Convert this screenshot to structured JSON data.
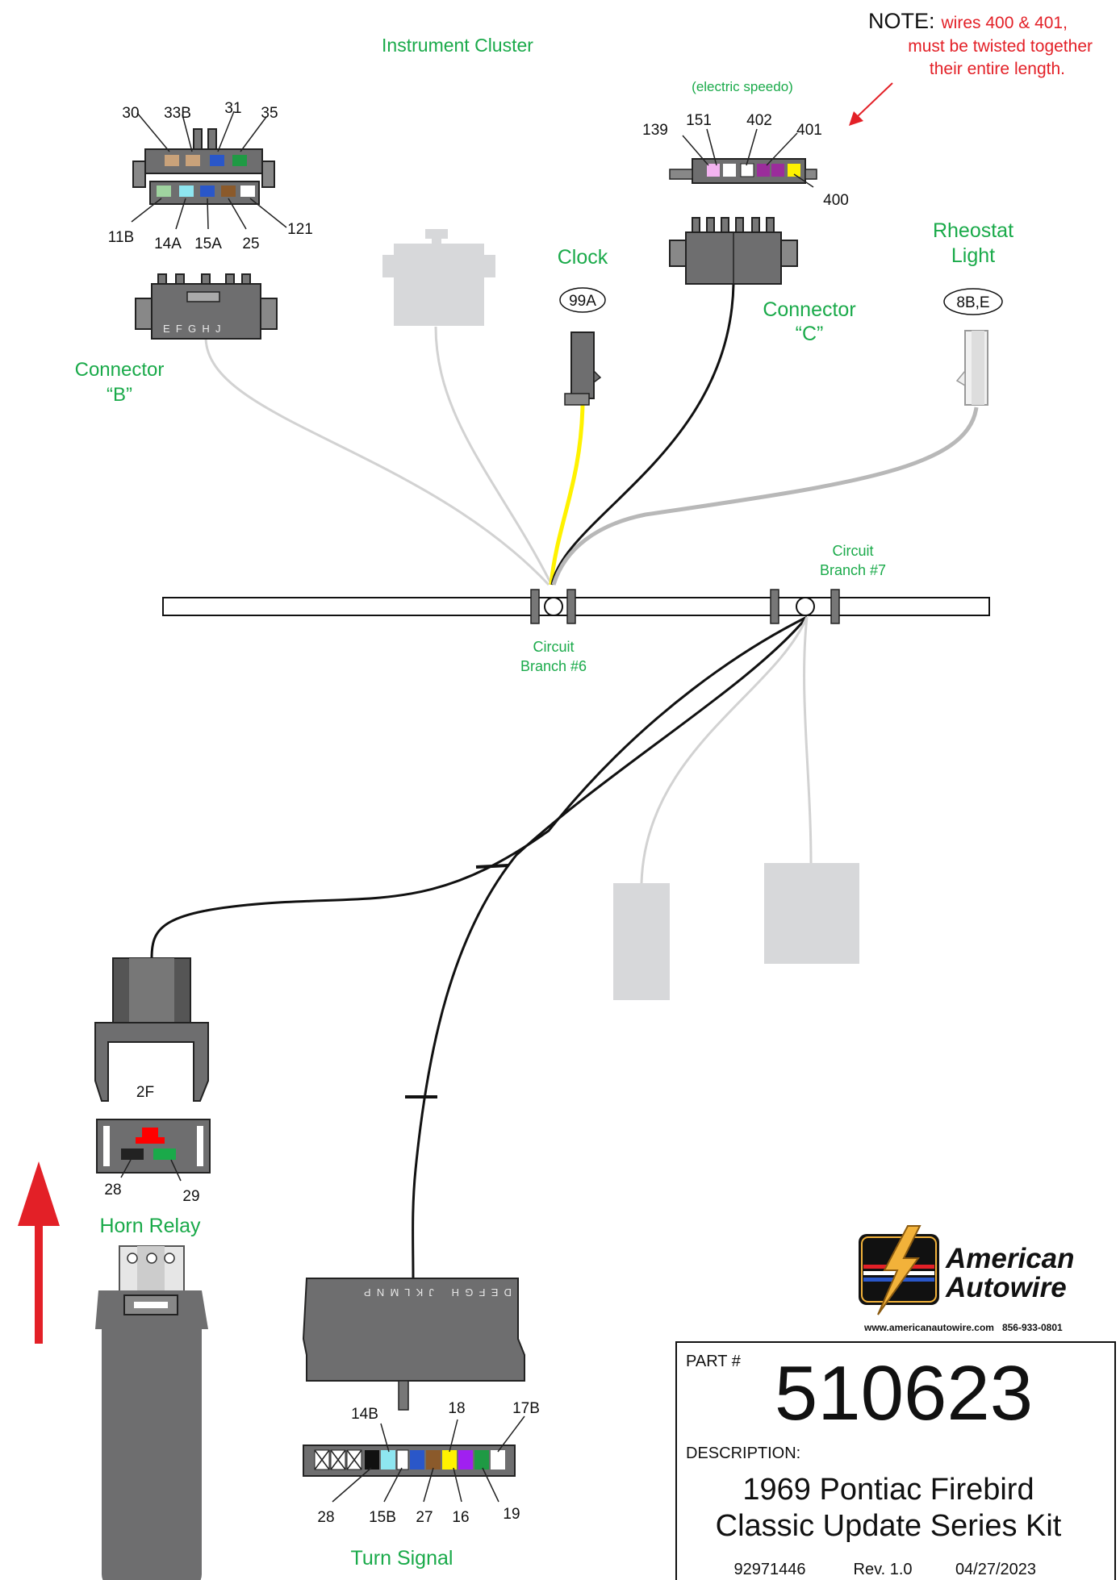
{
  "diagram": {
    "note": {
      "prefix": "NOTE:",
      "lines": [
        "wires 400 & 401,",
        "must be twisted together",
        "their entire length."
      ]
    },
    "instrument_cluster": {
      "title": "Instrument Cluster",
      "top_pins": [
        "30",
        "33B",
        "31",
        "35"
      ],
      "bottom_pins": [
        "11B",
        "14A",
        "15A",
        "25",
        "121"
      ],
      "letters": "E  F  G  H  J"
    },
    "connector_b": {
      "line1": "Connector",
      "line2": "“B”"
    },
    "electric_speedo": {
      "title": "(electric speedo)",
      "pins": [
        "139",
        "151",
        "402",
        "401",
        "400"
      ]
    },
    "connector_c": {
      "line1": "Connector",
      "line2": "“C”"
    },
    "clock": {
      "title": "Clock",
      "circuit": "99A"
    },
    "rheostat": {
      "line1": "Rheostat",
      "line2": "Light",
      "circuit": "8B,E"
    },
    "branch6": {
      "line1": "Circuit",
      "line2": "Branch #6"
    },
    "branch7": {
      "line1": "Circuit",
      "line2": "Branch #7"
    },
    "horn_relay": {
      "title": "Horn Relay",
      "pins": [
        "2F",
        "28",
        "29"
      ]
    },
    "turn_signal": {
      "title": "Turn Signal",
      "letters": "D  E  F  G  H      J  K  L  M  N  P",
      "top_pins": [
        "14B",
        "18",
        "17B"
      ],
      "bottom_pins": [
        "28",
        "15B",
        "27",
        "16",
        "19"
      ]
    },
    "logo": {
      "line1": "American",
      "line2": "Autowire",
      "contact": "www.americanautowire.com   856-933-0801"
    },
    "title_block": {
      "part_label": "PART #",
      "part_number": "510623",
      "description_label": "DESCRIPTION:",
      "description_line1": "1969 Pontiac Firebird",
      "description_line2": "Classic Update Series Kit",
      "footer": [
        "92971446",
        "Rev. 1.0",
        "04/27/2023"
      ]
    },
    "colors": {
      "label_green": "#1aaa4a",
      "note_red": "#e32027",
      "wire_yellow": "#fff200",
      "wire_black": "#111111",
      "wire_gray": "#b8b8b8",
      "wire_light": "#d2d2d2",
      "connector_gray": "#6e6e6f"
    }
  }
}
